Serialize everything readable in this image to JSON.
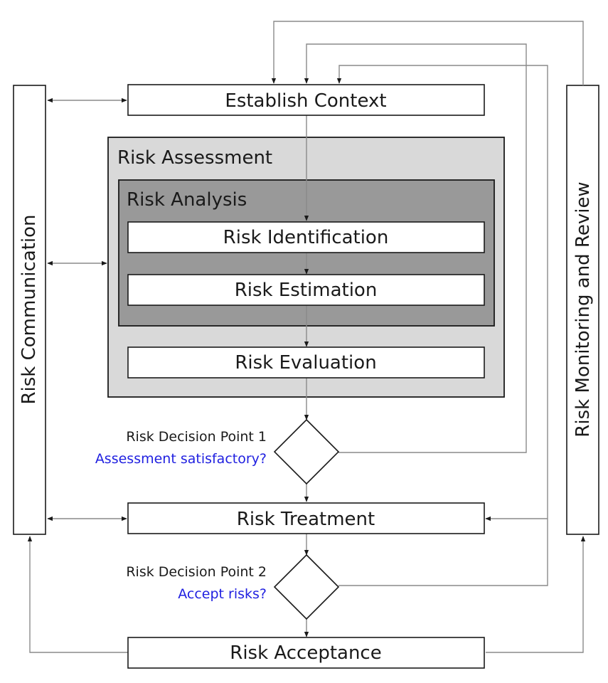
{
  "diagram": {
    "boxes": {
      "establish_context": "Establish Context",
      "risk_identification": "Risk Identification",
      "risk_estimation": "Risk Estimation",
      "risk_evaluation": "Risk Evaluation",
      "risk_treatment": "Risk Treatment",
      "risk_acceptance": "Risk Acceptance"
    },
    "regions": {
      "risk_assessment": "Risk Assessment",
      "risk_analysis": "Risk Analysis"
    },
    "side_bars": {
      "left": "Risk Communication",
      "right": "Risk Monitoring and Review"
    },
    "decision_points": [
      {
        "title": "Risk Decision Point 1",
        "question": "Assessment satisfactory?"
      },
      {
        "title": "Risk Decision Point 2",
        "question": "Accept risks?"
      }
    ],
    "colors": {
      "risk_assessment_fill": "#d9d9d9",
      "risk_analysis_fill": "#999999",
      "question_text": "#1f1fe0",
      "connector": "#8a8a8a",
      "box_border": "#1a1a1a"
    }
  }
}
